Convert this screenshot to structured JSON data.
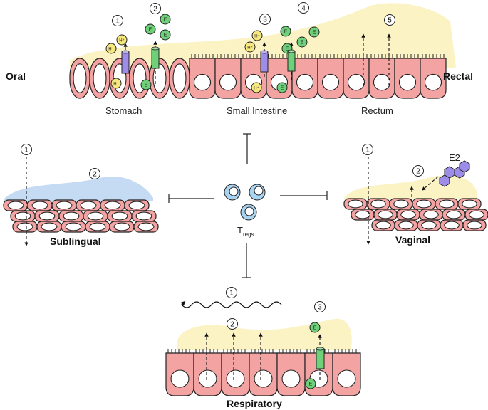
{
  "panels": {
    "gi": {
      "left_label": "Oral",
      "right_label": "Rectal",
      "regions": [
        "Stomach",
        "Small Intestine",
        "Rectum"
      ],
      "step_numbers": [
        "1",
        "2",
        "3",
        "4",
        "5"
      ]
    },
    "sublingual": {
      "label": "Sublingual",
      "step_numbers": [
        "1",
        "2"
      ]
    },
    "vaginal": {
      "label": "Vaginal",
      "step_numbers": [
        "1",
        "2"
      ],
      "hormone": "E2"
    },
    "respiratory": {
      "label": "Respiratory",
      "step_numbers": [
        "1",
        "2",
        "3"
      ]
    },
    "center": {
      "label_main": "T",
      "label_sub": "regs"
    }
  },
  "molecules": {
    "proton": "H⁺",
    "estrogen": "E"
  },
  "colors": {
    "cell_fill": "#f4a3a3",
    "cell_stroke": "#222222",
    "mucus_yellow": "#fbf3c4",
    "mucus_blue": "#c5daf3",
    "treg_blue": "#a8d3f1",
    "proton_yellow": "#f6e77e",
    "estrogen_green": "#6ed17a",
    "channel_purple": "#9d8ce8",
    "channel_green": "#6ed17a"
  }
}
